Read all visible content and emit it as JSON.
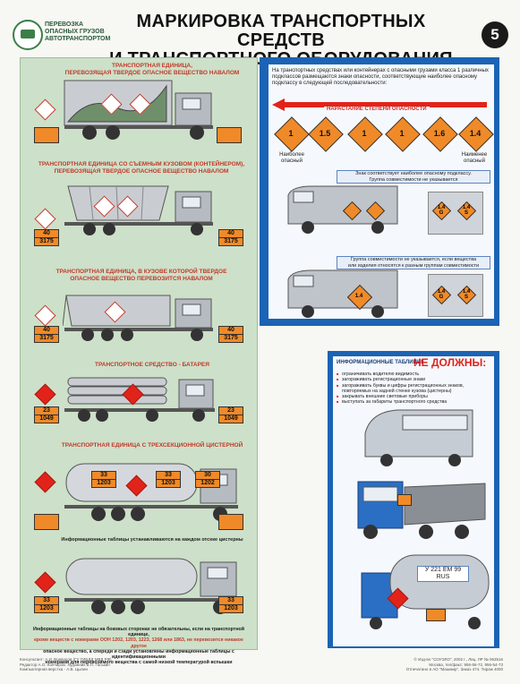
{
  "header": {
    "brand": "ПЕРЕВОЗКА\nОПАСНЫХ ГРУЗОВ\nАВТОТРАНСПОРТОМ",
    "title_line1": "МАРКИРОВКА ТРАНСПОРТНЫХ СРЕДСТВ",
    "title_line2": "И ТРАНСПОРТНОГО ОБОРУДОВАНИЯ",
    "poster_number": "5"
  },
  "left": {
    "sections": [
      {
        "title": "ТРАНСПОРТНАЯ ЕДИНИЦА,\nПЕРЕВОЗЯЩАЯ ТВЕРДОЕ ОПАСНОЕ ВЕЩЕСТВО НАВАЛОМ"
      },
      {
        "title": "ТРАНСПОРТНАЯ ЕДИНИЦА СО СЪЕМНЫМ КУЗОВОМ (КОНТЕЙНЕРОМ),\nПЕРЕВОЗЯЩАЯ ТВЕРДОЕ ОПАСНОЕ ВЕЩЕСТВО НАВАЛОМ",
        "plate_top": "40",
        "plate_bot": "3175"
      },
      {
        "title": "ТРАНСПОРТНАЯ ЕДИНИЦА, В КУЗОВЕ КОТОРОЙ ТВЕРДОЕ\nОПАСНОЕ ВЕЩЕСТВО ПЕРЕВОЗИТСЯ НАВАЛОМ",
        "plate_top": "40",
        "plate_bot": "3175"
      },
      {
        "title": "ТРАНСПОРТНОЕ СРЕДСТВО - БАТАРЕЯ",
        "plate_top": "23",
        "plate_bot": "1049"
      },
      {
        "title": "ТРАНСПОРТНАЯ ЕДИНИЦА С ТРЕХСЕКЦИОННОЙ ЦИСТЕРНОЙ",
        "plates": [
          {
            "top": "33",
            "bot": "1203"
          },
          {
            "top": "33",
            "bot": "1203"
          },
          {
            "top": "30",
            "bot": "1202"
          }
        ]
      },
      {
        "plate_top": "33",
        "plate_bot": "1203"
      }
    ],
    "tank_note": "Информационные таблицы устанавливаются на каждом отсеке цистерны",
    "bottom_note_a": "Информационные таблицы на боковых сторонах не обязательны, если на транспортной единице,",
    "bottom_note_b": "кроме веществ с номерами ООН 1202, 1203, 1223, 1268 или 1863, не перевозится никакое другое",
    "bottom_note_c": "опасное вещество, а спереди и сзади установлены информационные таблицы с идентификационными",
    "bottom_note_d": "номерами для перевозимого вещества с самой низкой температурой вспышки"
  },
  "right_top": {
    "intro": "На транспортных средствах или контейнерах с опасными грузами класса 1 различных подклассов размещаются знаки опасности, соответствующие наиболее опасному подклассу в следующей последовательности:",
    "arrow_label": "НАРАСТАНИЕ СТЕПЕНИ ОПАСНОСТИ",
    "diamonds": [
      "1",
      "1.5",
      "1",
      "1",
      "1.6",
      "1.4"
    ],
    "most_dangerous": "Наиболее\nопасный",
    "least_dangerous": "Наименее\nопасный",
    "callout1": "Знак соответствует наиболее опасному подклассу.\nГруппа совместимости не указывается",
    "callout2": "Группа совместимости не указывается, если вещества\nили изделия относятся к разным группам совместимости",
    "van_label": "1.4",
    "cargo1": [
      "1.4\nG",
      "1.4\nS"
    ],
    "cargo2": [
      "1.4\nG",
      "1.4\nS"
    ]
  },
  "right_bot": {
    "title": "ИНФОРМАЦИОННЫЕ ТАБЛИЦЫ",
    "title_big": "НЕ ДОЛЖНЫ:",
    "items": [
      "ограничивать водителю видимость",
      "загораживать регистрационные знаки",
      "загораживать буквы и цифры регистрационных знаков, повторяемых на задней стенке кузова (цистерны)",
      "закрывать внешние световые приборы",
      "выступать за габариты транспортного средства"
    ],
    "truck_plate": "У 221 ЕМ 99 RUS"
  },
  "footer": {
    "left": "Консультант: А.И. Воеводов (ГУ ГИБДД МВД РФ)\nРедактор А.О. Кончаров. Художник В.П. Гаськин\nКомпьютерная верстка - А.В. Цыпин",
    "right": "© Изд-во \"СОУЭЛО\", 2002 г., Лиц. ЛР № 063516\nМосква, тел/факс: 956-56-72, 956-54-73\nОтпечатано в АО \"Машмир\". Заказ 474. Тираж 4000"
  },
  "colors": {
    "plate_orange": "#f08a28",
    "panel_green": "#cde0c9",
    "frame_blue": "#1b63b4",
    "hazard_red": "#e2231a"
  }
}
